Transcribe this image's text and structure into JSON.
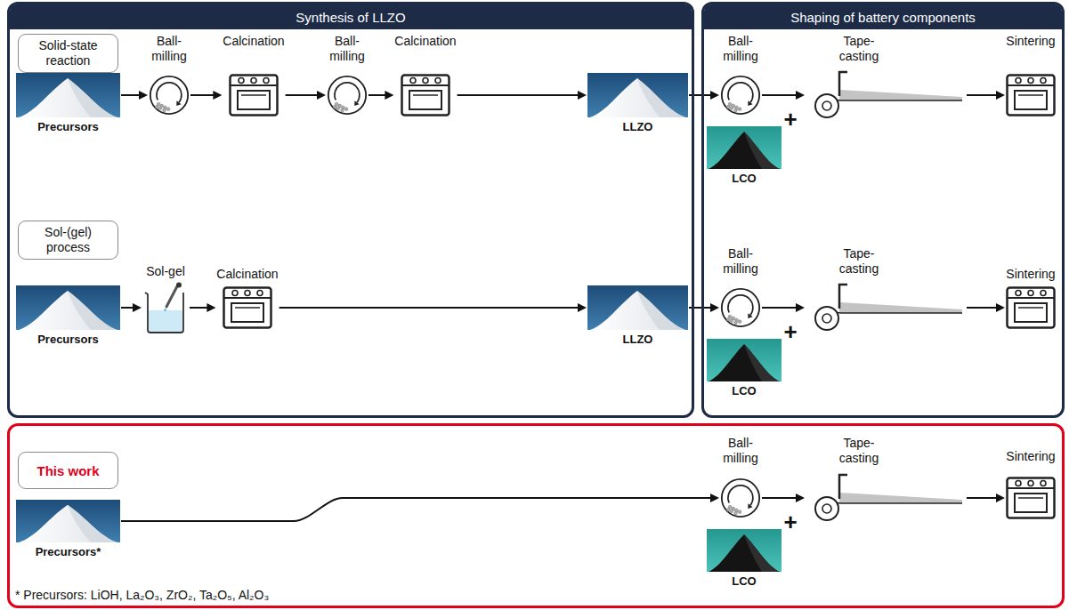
{
  "diagram": {
    "nodes": [
      {
        "text": [
          "Synthesis of LLZO"
        ]
      },
      {
        "text": [
          "Solid-state reaction"
        ],
        "in": 0
      },
      {
        "text": [
          "Precursors"
        ],
        "in": 0
      },
      {
        "text": [
          "Ball-milling"
        ],
        "in": 0
      },
      {
        "text": [
          "Calcination"
        ],
        "in": 0
      },
      {
        "text": [
          "Ball-milling"
        ],
        "in": 0
      },
      {
        "text": [
          "Calcination"
        ],
        "in": 0
      },
      {
        "text": [
          "LLZO"
        ],
        "in": 0
      },
      {
        "text": [
          "Sol-(gel) process"
        ],
        "in": 0
      },
      {
        "text": [
          "Precursors"
        ],
        "in": 0
      },
      {
        "text": [
          "Sol-gel"
        ],
        "in": 0
      },
      {
        "text": [
          "Calcination"
        ],
        "in": 0
      },
      {
        "text": [
          "LLZO"
        ],
        "in": 0
      },
      {
        "text": [
          "Shaping of battery components"
        ]
      },
      {
        "text": [
          "Ball-milling"
        ],
        "in": 13
      },
      {
        "text": [
          "LCO"
        ],
        "in": 13
      },
      {
        "text": [
          "Tape-casting"
        ],
        "in": 13
      },
      {
        "text": [
          "Sintering"
        ],
        "in": 13
      },
      {
        "text": [
          "Ball-milling"
        ],
        "in": 13
      },
      {
        "text": [
          "LCO"
        ],
        "in": 13
      },
      {
        "text": [
          "Tape-casting"
        ],
        "in": 13
      },
      {
        "text": [
          "Sintering"
        ],
        "in": 13
      },
      {
        "text": [
          "* Precursors: LiOH, La₂O₃, ZrO₂, Ta₂O₅, Al₂O₃"
        ]
      },
      {
        "text": [
          "This work"
        ],
        "in": 22
      },
      {
        "text": [
          "Precursors*"
        ],
        "in": 22
      },
      {
        "text": [
          "Ball-milling"
        ],
        "in": 22
      },
      {
        "text": [
          "LCO"
        ],
        "in": 22
      },
      {
        "text": [
          "Tape-casting"
        ],
        "in": 22
      },
      {
        "text": [
          "Sintering"
        ],
        "in": 22
      }
    ],
    "edges": [
      {
        "from": 2,
        "to": 3,
        "arrow": "to"
      },
      {
        "from": 3,
        "to": 4,
        "arrow": "to"
      },
      {
        "from": 4,
        "to": 5,
        "arrow": "to"
      },
      {
        "from": 5,
        "to": 6,
        "arrow": "to"
      },
      {
        "from": 6,
        "to": 7,
        "arrow": "to"
      },
      {
        "from": 7,
        "to": 14,
        "arrow": "to"
      },
      {
        "from": 14,
        "to": 16,
        "arrow": "to"
      },
      {
        "from": 16,
        "to": 17,
        "arrow": "to"
      },
      {
        "from": 9,
        "to": 10,
        "arrow": "to"
      },
      {
        "from": 10,
        "to": 11,
        "arrow": "to"
      },
      {
        "from": 11,
        "to": 12,
        "arrow": "to"
      },
      {
        "from": 12,
        "to": 18,
        "arrow": "to"
      },
      {
        "from": 18,
        "to": 20,
        "arrow": "to"
      },
      {
        "from": 20,
        "to": 21,
        "arrow": "to"
      },
      {
        "from": 24,
        "to": 25,
        "arrow": "to"
      },
      {
        "from": 25,
        "to": 27,
        "arrow": "to"
      },
      {
        "from": 27,
        "to": 28,
        "arrow": "to"
      }
    ],
    "labels": [
      "+",
      "+",
      "+"
    ]
  }
}
